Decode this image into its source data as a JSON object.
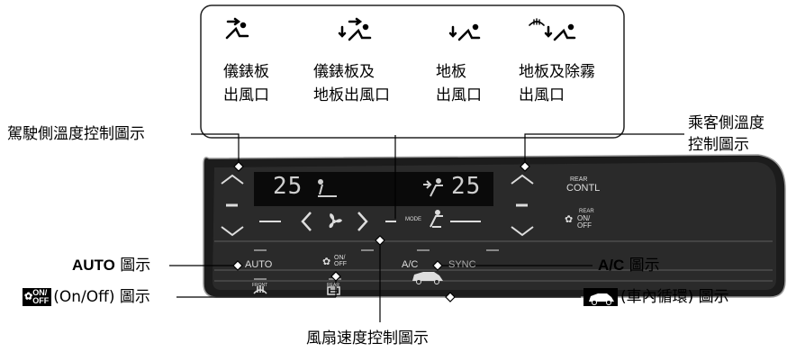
{
  "modes": [
    {
      "label": "儀錶板\n出風口",
      "icon": "vent-face-icon"
    },
    {
      "label": "儀錶板及\n地板出風口",
      "icon": "vent-face-floor-icon"
    },
    {
      "label": "地板\n出風口",
      "icon": "vent-floor-icon"
    },
    {
      "label": "地板及除霧\n出風口",
      "icon": "vent-floor-defrost-icon"
    }
  ],
  "callouts": {
    "driver_temp": "駕駛側溫度控制圖示",
    "passenger_temp": "乘客側溫度\n控制圖示",
    "auto_key": "AUTO",
    "auto_suffix": " 圖示",
    "onoff_box": "ON/\nOFF",
    "onoff_suffix": "(On/Off) 圖示",
    "fan_speed": "風扇速度控制圖示",
    "ac_key": "A/C",
    "ac_suffix": " 圖示",
    "recirc_suffix": "(車內循環) 圖示"
  },
  "panel": {
    "display_left_temp": "25",
    "display_right_temp": "25",
    "rear_contl_top": "REAR",
    "rear_contl_bottom": "CONTL",
    "rear_onoff_top": "REAR",
    "rear_onoff_mid": "ON/",
    "rear_onoff_bottom": "OFF",
    "mode_text": "MODE",
    "auto_text": "AUTO",
    "ac_text": "A/C",
    "sync_text": "SYNC",
    "fan_onoff_top": "ON/",
    "fan_onoff_bottom": "OFF",
    "front_text": "FRONT",
    "rear_text": "REAR"
  }
}
